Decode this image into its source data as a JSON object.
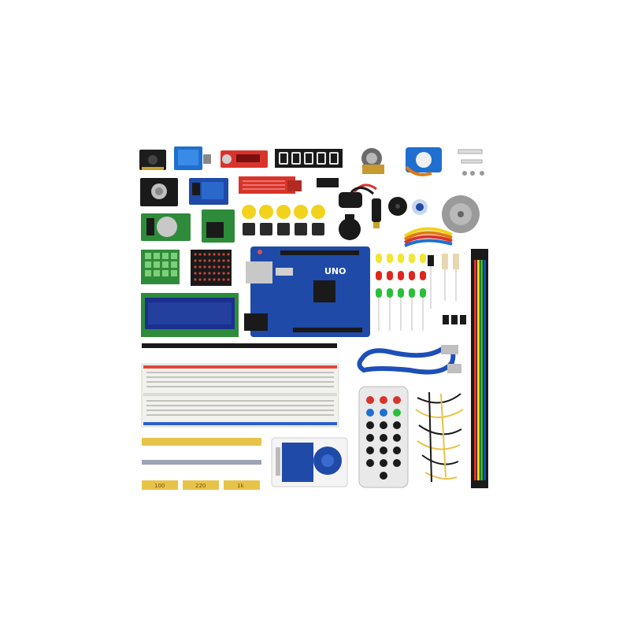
{
  "board": {
    "label": "UNO"
  },
  "resistor_strips": {
    "labels": [
      "100",
      "220",
      "1k"
    ]
  },
  "colors": {
    "board_blue": "#1f4aa8",
    "pcb_green": "#2e8b3a",
    "module_red": "#d9342b",
    "lcd_blue": "#1b2f8f",
    "button_yellow": "#f2d21c",
    "breadboard_white": "#f1f1ee",
    "usb_blue": "#1d4fb8"
  }
}
